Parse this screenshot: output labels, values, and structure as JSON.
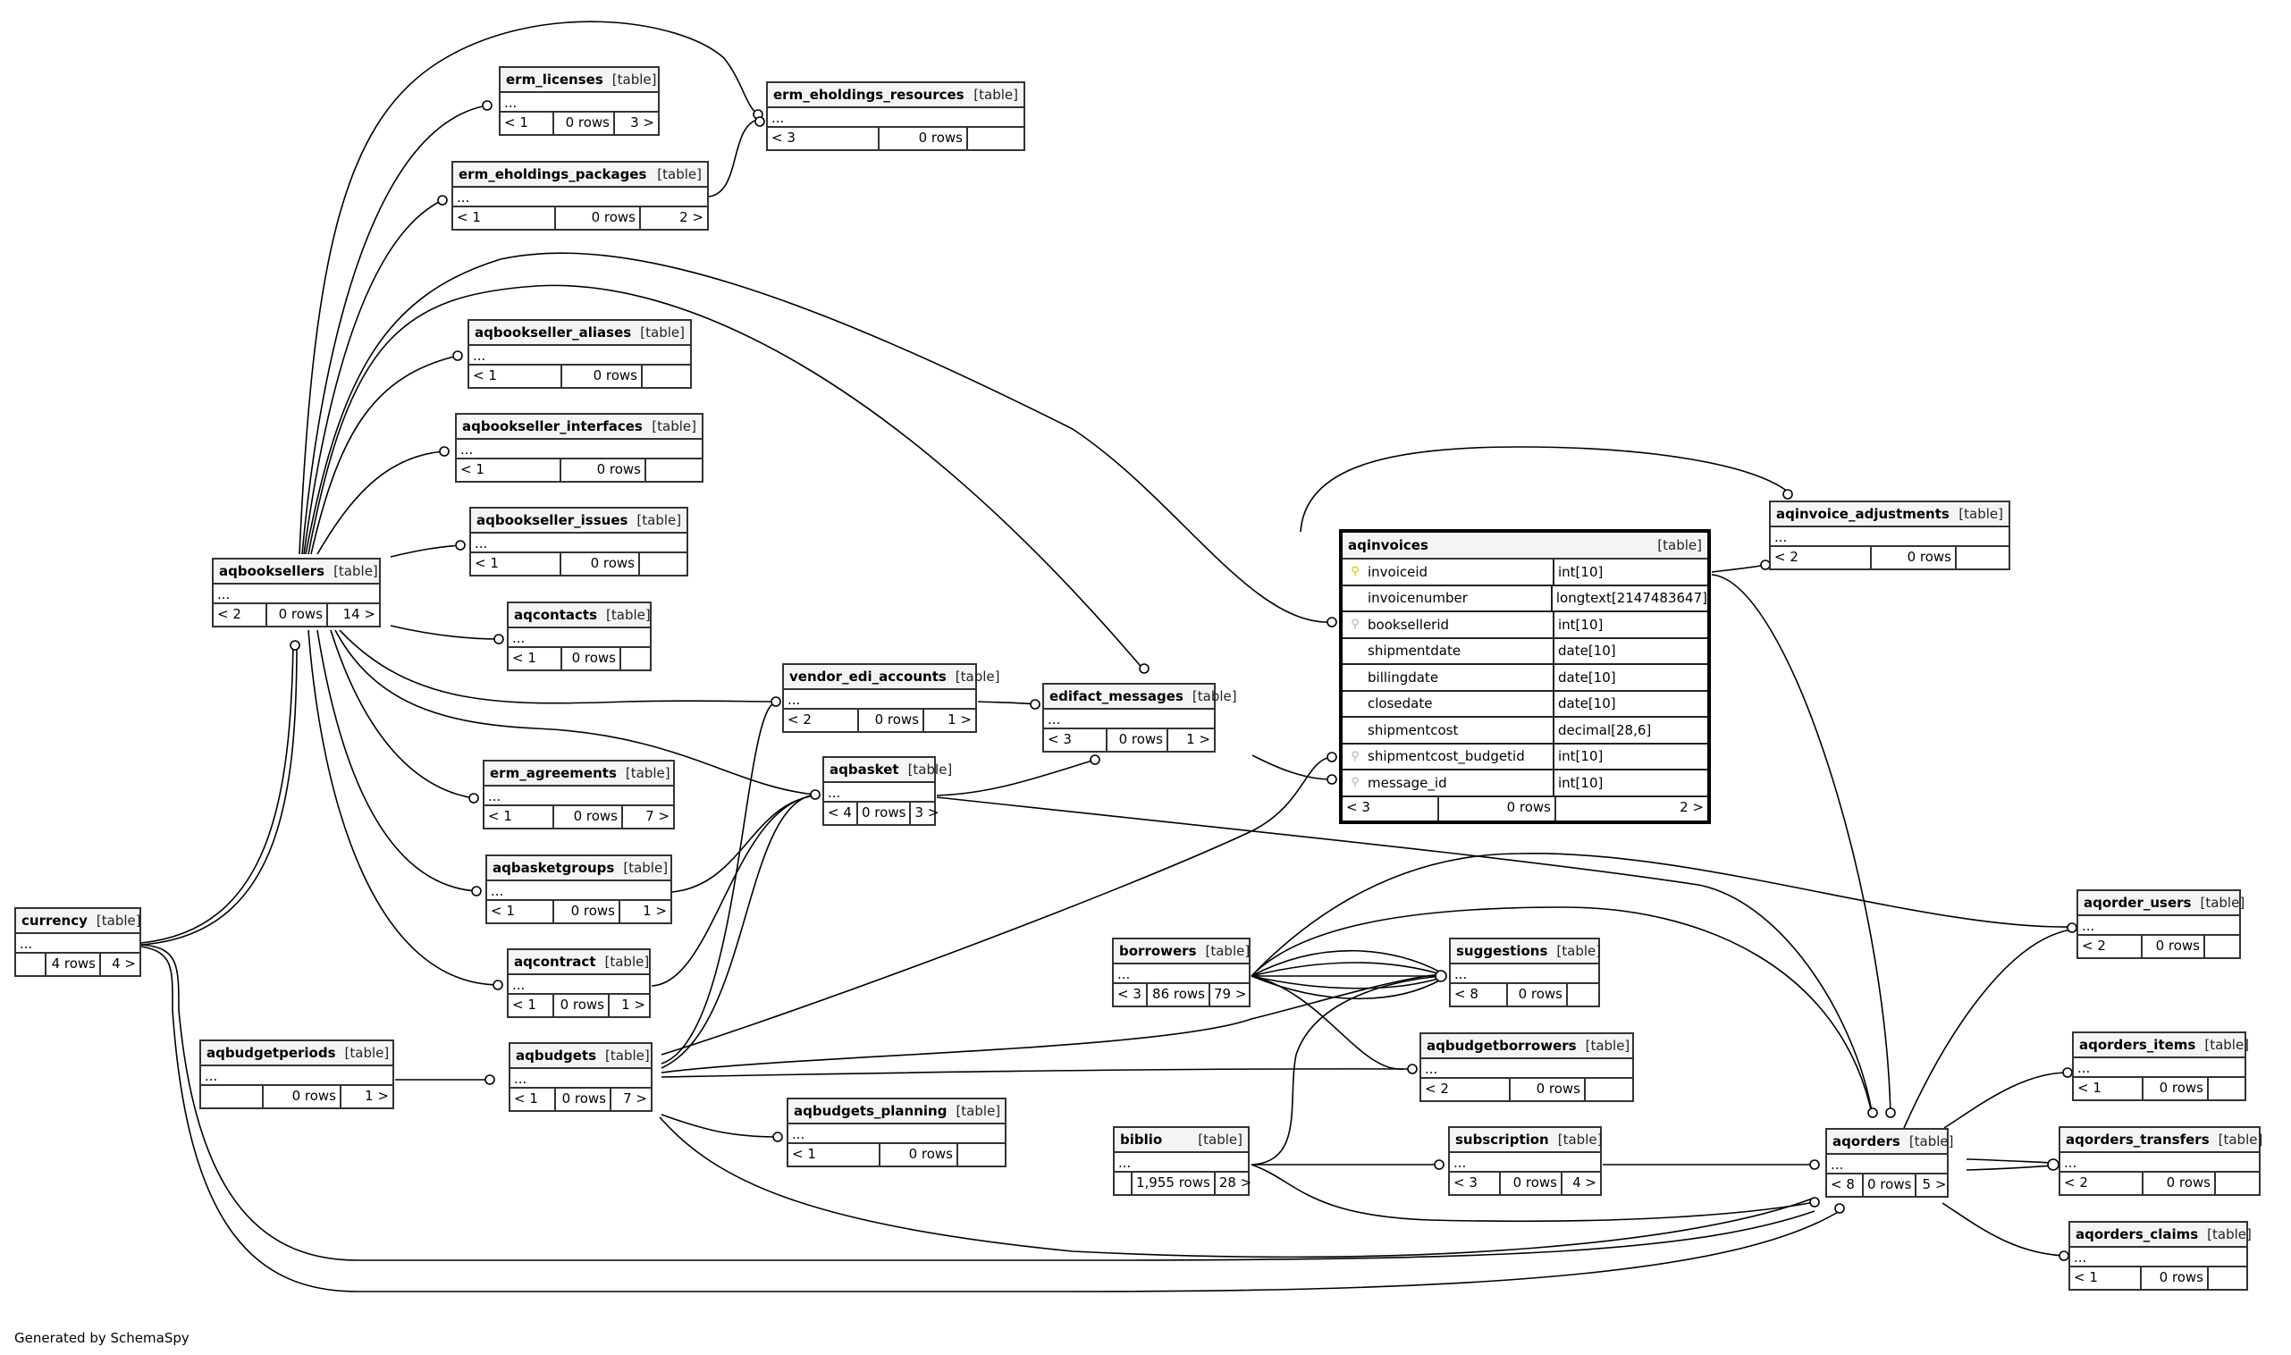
{
  "footer": "Generated by SchemaSpy",
  "kind_label": "[table]",
  "tables": {
    "erm_licenses": {
      "name": "erm_licenses",
      "cols": "...",
      "parents": "< 1",
      "rows": "0 rows",
      "children": "3 >"
    },
    "erm_eholdings_packages": {
      "name": "erm_eholdings_packages",
      "cols": "...",
      "parents": "< 1",
      "rows": "0 rows",
      "children": "2 >"
    },
    "erm_eholdings_resources": {
      "name": "erm_eholdings_resources",
      "cols": "...",
      "parents": "< 3",
      "rows": "0 rows",
      "children": ""
    },
    "aqbookseller_aliases": {
      "name": "aqbookseller_aliases",
      "cols": "...",
      "parents": "< 1",
      "rows": "0 rows",
      "children": ""
    },
    "aqbookseller_interfaces": {
      "name": "aqbookseller_interfaces",
      "cols": "...",
      "parents": "< 1",
      "rows": "0 rows",
      "children": ""
    },
    "aqbookseller_issues": {
      "name": "aqbookseller_issues",
      "cols": "...",
      "parents": "< 1",
      "rows": "0 rows",
      "children": ""
    },
    "aqbooksellers": {
      "name": "aqbooksellers",
      "cols": "...",
      "parents": "< 2",
      "rows": "0 rows",
      "children": "14 >"
    },
    "aqcontacts": {
      "name": "aqcontacts",
      "cols": "...",
      "parents": "< 1",
      "rows": "0 rows",
      "children": ""
    },
    "vendor_edi_accounts": {
      "name": "vendor_edi_accounts",
      "cols": "...",
      "parents": "< 2",
      "rows": "0 rows",
      "children": "1 >"
    },
    "edifact_messages": {
      "name": "edifact_messages",
      "cols": "...",
      "parents": "< 3",
      "rows": "0 rows",
      "children": "1 >"
    },
    "aqbasket": {
      "name": "aqbasket",
      "cols": "...",
      "parents": "< 4",
      "rows": "0 rows",
      "children": "3 >"
    },
    "erm_agreements": {
      "name": "erm_agreements",
      "cols": "...",
      "parents": "< 1",
      "rows": "0 rows",
      "children": "7 >"
    },
    "aqbasketgroups": {
      "name": "aqbasketgroups",
      "cols": "...",
      "parents": "< 1",
      "rows": "0 rows",
      "children": "1 >"
    },
    "aqcontract": {
      "name": "aqcontract",
      "cols": "...",
      "parents": "< 1",
      "rows": "0 rows",
      "children": "1 >"
    },
    "currency": {
      "name": "currency",
      "cols": "...",
      "parents": "",
      "rows": "4 rows",
      "children": "4 >"
    },
    "aqbudgetperiods": {
      "name": "aqbudgetperiods",
      "cols": "...",
      "parents": "",
      "rows": "0 rows",
      "children": "1 >"
    },
    "aqbudgets": {
      "name": "aqbudgets",
      "cols": "...",
      "parents": "< 1",
      "rows": "0 rows",
      "children": "7 >"
    },
    "aqbudgets_planning": {
      "name": "aqbudgets_planning",
      "cols": "...",
      "parents": "< 1",
      "rows": "0 rows",
      "children": ""
    },
    "borrowers": {
      "name": "borrowers",
      "cols": "...",
      "parents": "< 3",
      "rows": "86 rows",
      "children": "79 >"
    },
    "suggestions": {
      "name": "suggestions",
      "cols": "...",
      "parents": "< 8",
      "rows": "0 rows",
      "children": ""
    },
    "aqbudgetborrowers": {
      "name": "aqbudgetborrowers",
      "cols": "...",
      "parents": "< 2",
      "rows": "0 rows",
      "children": ""
    },
    "biblio": {
      "name": "biblio",
      "cols": "...",
      "parents": "",
      "rows": "1,955 rows",
      "children": "28 >"
    },
    "subscription": {
      "name": "subscription",
      "cols": "...",
      "parents": "< 3",
      "rows": "0 rows",
      "children": "4 >"
    },
    "aqinvoice_adjustments": {
      "name": "aqinvoice_adjustments",
      "cols": "...",
      "parents": "< 2",
      "rows": "0 rows",
      "children": ""
    },
    "aqorder_users": {
      "name": "aqorder_users",
      "cols": "...",
      "parents": "< 2",
      "rows": "0 rows",
      "children": ""
    },
    "aqorders_items": {
      "name": "aqorders_items",
      "cols": "...",
      "parents": "< 1",
      "rows": "0 rows",
      "children": ""
    },
    "aqorders_transfers": {
      "name": "aqorders_transfers",
      "cols": "...",
      "parents": "< 2",
      "rows": "0 rows",
      "children": ""
    },
    "aqorders_claims": {
      "name": "aqorders_claims",
      "cols": "...",
      "parents": "< 1",
      "rows": "0 rows",
      "children": ""
    },
    "aqorders": {
      "name": "aqorders",
      "cols": "...",
      "parents": "< 8",
      "rows": "0 rows",
      "children": "5 >"
    }
  },
  "focus_table": {
    "name": "aqinvoices",
    "kind": "[table]",
    "columns": [
      {
        "name": "invoiceid",
        "type": "int[10]",
        "key": "primary"
      },
      {
        "name": "invoicenumber",
        "type": "longtext[2147483647]",
        "key": ""
      },
      {
        "name": "booksellerid",
        "type": "int[10]",
        "key": "foreign"
      },
      {
        "name": "shipmentdate",
        "type": "date[10]",
        "key": ""
      },
      {
        "name": "billingdate",
        "type": "date[10]",
        "key": ""
      },
      {
        "name": "closedate",
        "type": "date[10]",
        "key": ""
      },
      {
        "name": "shipmentcost",
        "type": "decimal[28,6]",
        "key": ""
      },
      {
        "name": "shipmentcost_budgetid",
        "type": "int[10]",
        "key": "foreign"
      },
      {
        "name": "message_id",
        "type": "int[10]",
        "key": "foreign"
      }
    ],
    "parents": "< 3",
    "rows": "0 rows",
    "children": "2 >"
  },
  "relationships": [
    [
      "aqbooksellers",
      "erm_licenses"
    ],
    [
      "aqbooksellers",
      "erm_eholdings_packages"
    ],
    [
      "aqbooksellers",
      "erm_eholdings_resources"
    ],
    [
      "erm_eholdings_packages",
      "erm_eholdings_resources"
    ],
    [
      "aqbooksellers",
      "aqbookseller_aliases"
    ],
    [
      "aqbooksellers",
      "aqbookseller_interfaces"
    ],
    [
      "aqbooksellers",
      "aqbookseller_issues"
    ],
    [
      "aqbooksellers",
      "aqcontacts"
    ],
    [
      "aqbooksellers",
      "vendor_edi_accounts"
    ],
    [
      "aqbooksellers",
      "aqbasket"
    ],
    [
      "aqbooksellers",
      "erm_agreements"
    ],
    [
      "aqbooksellers",
      "aqbasketgroups"
    ],
    [
      "aqbooksellers",
      "aqcontract"
    ],
    [
      "aqbooksellers",
      "aqinvoices"
    ],
    [
      "aqbooksellers",
      "edifact_messages"
    ],
    [
      "currency",
      "aqbooksellers"
    ],
    [
      "currency",
      "aqorders"
    ],
    [
      "vendor_edi_accounts",
      "edifact_messages"
    ],
    [
      "aqbasket",
      "edifact_messages"
    ],
    [
      "edifact_messages",
      "aqinvoices"
    ],
    [
      "aqbasketgroups",
      "aqbasket"
    ],
    [
      "aqcontract",
      "aqbasket"
    ],
    [
      "aqbudgetperiods",
      "aqbudgets"
    ],
    [
      "aqbudgets",
      "aqbudgets_planning"
    ],
    [
      "aqbudgets",
      "aqinvoices"
    ],
    [
      "aqbudgets",
      "suggestions"
    ],
    [
      "aqbudgets",
      "aqbudgetborrowers"
    ],
    [
      "aqbudgets",
      "aqorders"
    ],
    [
      "aqbudgets",
      "vendor_edi_accounts"
    ],
    [
      "aqbudgets",
      "aqbasket"
    ],
    [
      "borrowers",
      "suggestions"
    ],
    [
      "borrowers",
      "aqbudgetborrowers"
    ],
    [
      "borrowers",
      "aqorder_users"
    ],
    [
      "borrowers",
      "aqorders"
    ],
    [
      "biblio",
      "suggestions"
    ],
    [
      "biblio",
      "subscription"
    ],
    [
      "biblio",
      "aqorders"
    ],
    [
      "subscription",
      "aqorders"
    ],
    [
      "aqbasket",
      "aqorders"
    ],
    [
      "aqinvoices",
      "aqinvoice_adjustments"
    ],
    [
      "aqinvoices",
      "aqorders"
    ],
    [
      "aqorders",
      "aqorder_users"
    ],
    [
      "aqorders",
      "aqorders_items"
    ],
    [
      "aqorders",
      "aqorders_transfers"
    ],
    [
      "aqorders",
      "aqorders_claims"
    ]
  ]
}
